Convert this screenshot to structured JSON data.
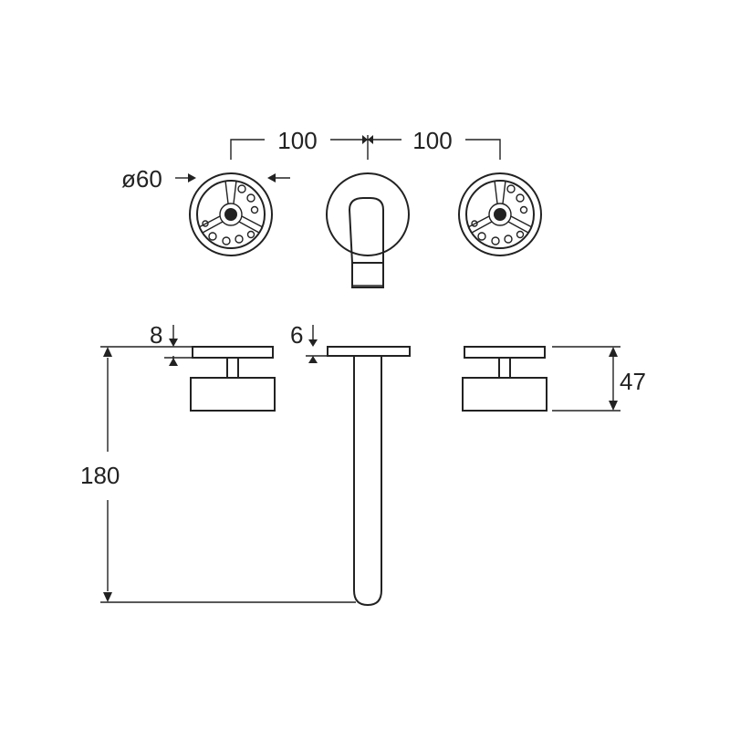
{
  "dimensions": {
    "spacing_left": "100",
    "spacing_right": "100",
    "handle_diameter": "ø60",
    "handle_plate_thickness": "8",
    "spout_plate_thickness": "6",
    "handle_height": "47",
    "spout_depth": "180"
  },
  "colors": {
    "line": "#222222",
    "background": "#ffffff"
  }
}
